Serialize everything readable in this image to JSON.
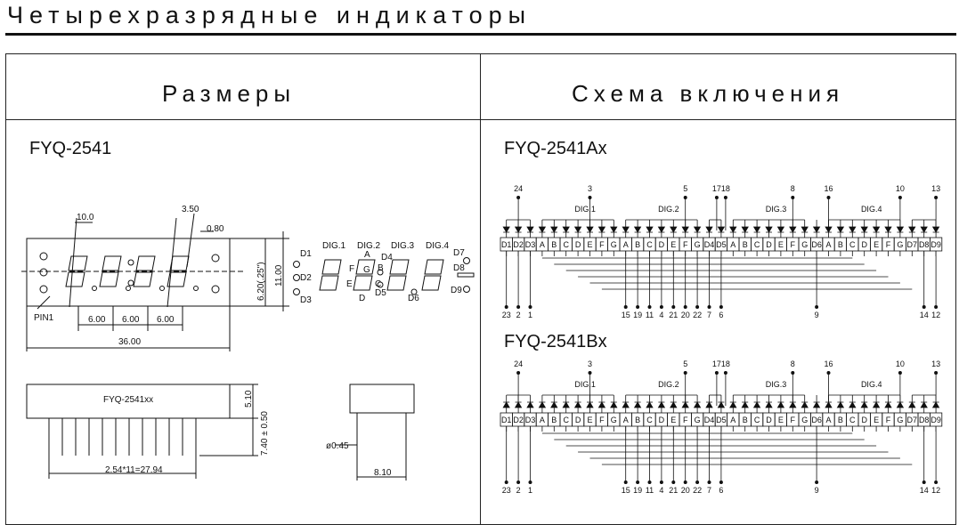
{
  "header": {
    "title": "Четырехразрядные индикаторы"
  },
  "left": {
    "title": "Размеры",
    "model": "FYQ-2541",
    "dims": {
      "d10": "10.0",
      "d350": "3.50",
      "d080": "0.80",
      "d620": "6.20(.25\")",
      "d1100": "11.00",
      "pin1": "PIN1",
      "d600a": "6.00",
      "d600b": "6.00",
      "d600c": "6.00",
      "d3600": "36.00",
      "side_label": "FYQ-2541xx",
      "d510": "5.10",
      "d740": "7.40 ± 0.50",
      "pitch": "2.54*11=27.94",
      "pin_d": "ø0.45",
      "d810": "8.10"
    },
    "segments": {
      "dig1": "DIG.1",
      "dig2": "DIG.2",
      "dig3": "DIG.3",
      "dig4": "DIG.4",
      "a": "A",
      "b": "B",
      "c": "C",
      "d": "D",
      "e": "E",
      "f": "F",
      "g": "G",
      "d1": "D1",
      "d2": "D2",
      "d3": "D3",
      "d4": "D4",
      "d5": "D5",
      "d6": "D6",
      "d7": "D7",
      "d8": "D8",
      "d9": "D9"
    }
  },
  "right": {
    "title": "Схема включения",
    "schemes": [
      {
        "model": "FYQ-2541Ax"
      },
      {
        "model": "FYQ-2541Bx"
      }
    ],
    "top_pins": [
      "24",
      "3",
      "5",
      "17",
      "18",
      "8",
      "16",
      "10",
      "13"
    ],
    "groups": [
      "DIG.1",
      "DIG.2",
      "DIG.3",
      "DIG.4"
    ],
    "cells": [
      "D1",
      "D2",
      "D3",
      "A",
      "B",
      "C",
      "D",
      "E",
      "F",
      "G",
      "A",
      "B",
      "C",
      "D",
      "E",
      "F",
      "G",
      "D4",
      "D5",
      "A",
      "B",
      "C",
      "D",
      "E",
      "F",
      "G",
      "D6",
      "A",
      "B",
      "C",
      "D",
      "E",
      "F",
      "G",
      "D7",
      "D8",
      "D9"
    ],
    "bottom_pins": [
      "23",
      "2",
      "1",
      "15",
      "19",
      "11",
      "4",
      "21",
      "20",
      "22",
      "7",
      "6",
      "9",
      "14",
      "12"
    ]
  }
}
